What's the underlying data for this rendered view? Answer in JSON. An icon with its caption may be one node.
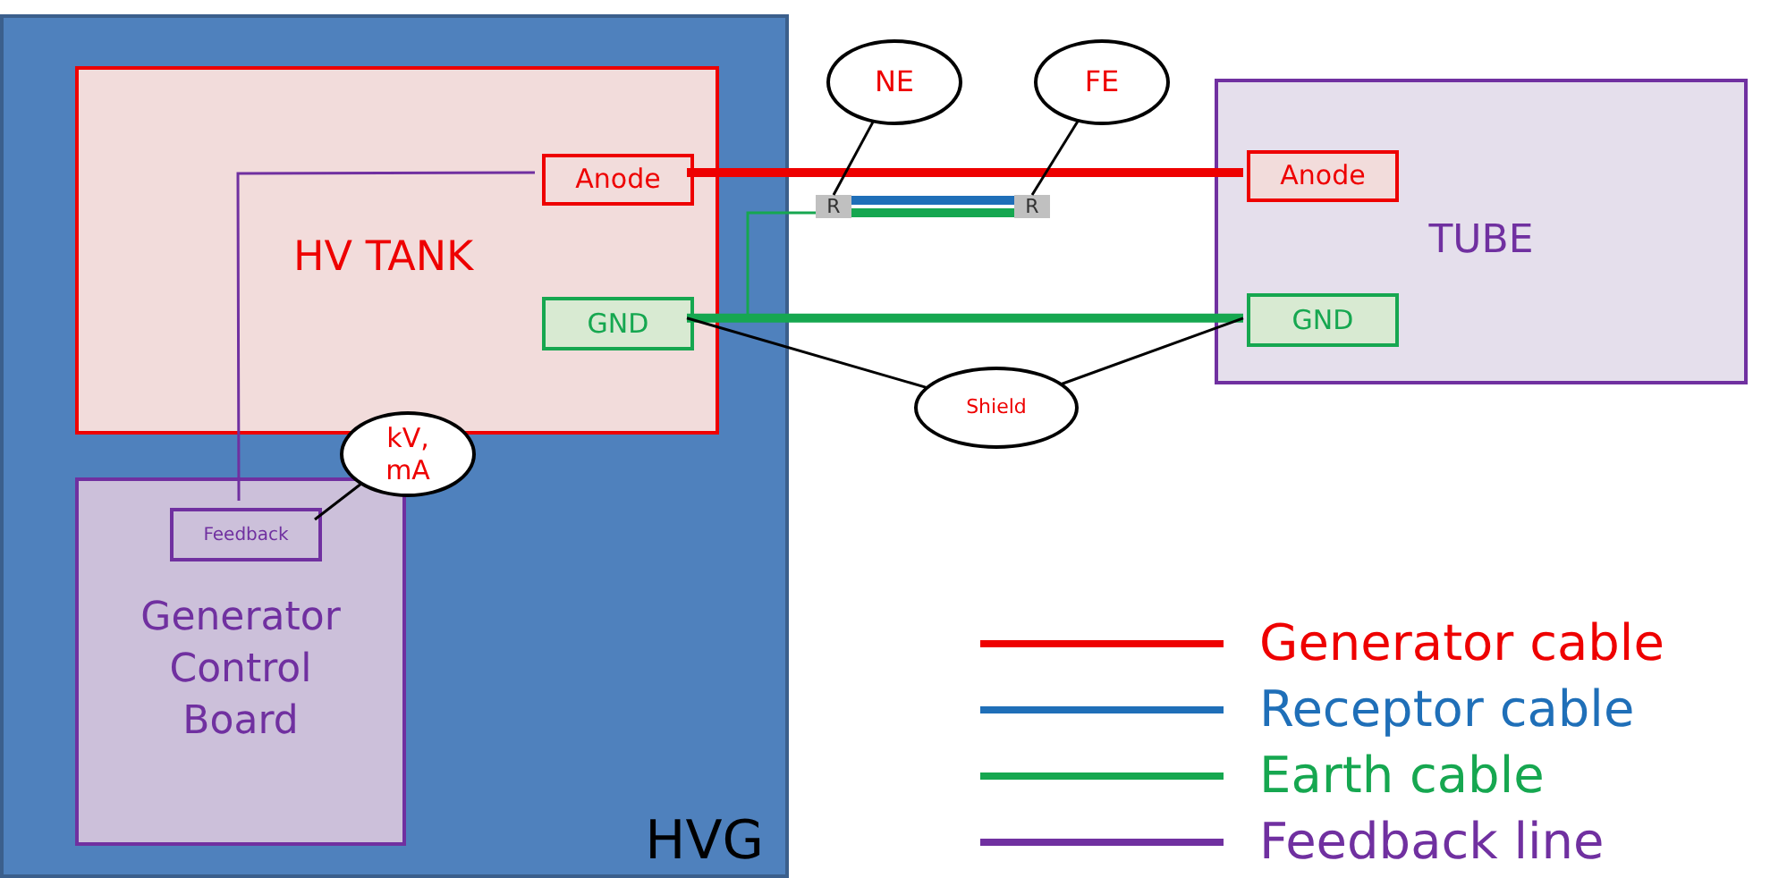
{
  "diagram": {
    "nodes": [
      {
        "text": [
          "HVG"
        ]
      },
      {
        "text": [
          "HV TANK"
        ],
        "in": 0
      },
      {
        "text": [
          "Anode"
        ],
        "in": 1
      },
      {
        "text": [
          "GND"
        ],
        "in": 1
      },
      {
        "text": [
          "Generator Control Board"
        ],
        "in": 0
      },
      {
        "text": [
          "Feedback"
        ],
        "in": 4
      },
      {
        "text": [
          "TUBE"
        ]
      },
      {
        "text": [
          "Anode"
        ],
        "in": 6
      },
      {
        "text": [
          "GND"
        ],
        "in": 6
      },
      {
        "text": [
          "R"
        ]
      },
      {
        "text": [
          "R"
        ]
      },
      {
        "text": [
          "NE"
        ]
      },
      {
        "text": [
          "FE"
        ]
      },
      {
        "text": [
          "Shield"
        ]
      },
      {
        "text": [
          "kV, mA"
        ],
        "in": 0
      }
    ],
    "edges": [
      {
        "from": 2,
        "to": 7,
        "arrow": "none",
        "style": "thick",
        "color": "#ee0000"
      },
      {
        "from": 9,
        "to": 10,
        "arrow": "none",
        "style": "thick",
        "color": "#1f6fb8"
      },
      {
        "from": 9,
        "to": 10,
        "arrow": "none",
        "style": "thick",
        "color": "#16a750"
      },
      {
        "from": 9,
        "to": 3,
        "arrow": "none",
        "color": "#16a750"
      },
      {
        "from": 3,
        "to": 8,
        "arrow": "none",
        "style": "thick",
        "color": "#16a750"
      },
      {
        "from": 5,
        "to": 2,
        "arrow": "none",
        "color": "#7030a0"
      },
      {
        "from": 11,
        "to": 9,
        "arrow": "none",
        "color": "#000000"
      },
      {
        "from": 12,
        "to": 10,
        "arrow": "none",
        "color": "#000000"
      },
      {
        "from": 13,
        "to": 3,
        "arrow": "none",
        "color": "#000000"
      },
      {
        "from": 13,
        "to": 8,
        "arrow": "none",
        "color": "#000000"
      },
      {
        "from": 14,
        "to": 5,
        "arrow": "none",
        "color": "#000000"
      }
    ],
    "legend": [
      {
        "text": "Generator cable"
      },
      {
        "text": "Receptor cable"
      },
      {
        "text": "Earth cable"
      },
      {
        "text": "Feedback line"
      }
    ]
  }
}
